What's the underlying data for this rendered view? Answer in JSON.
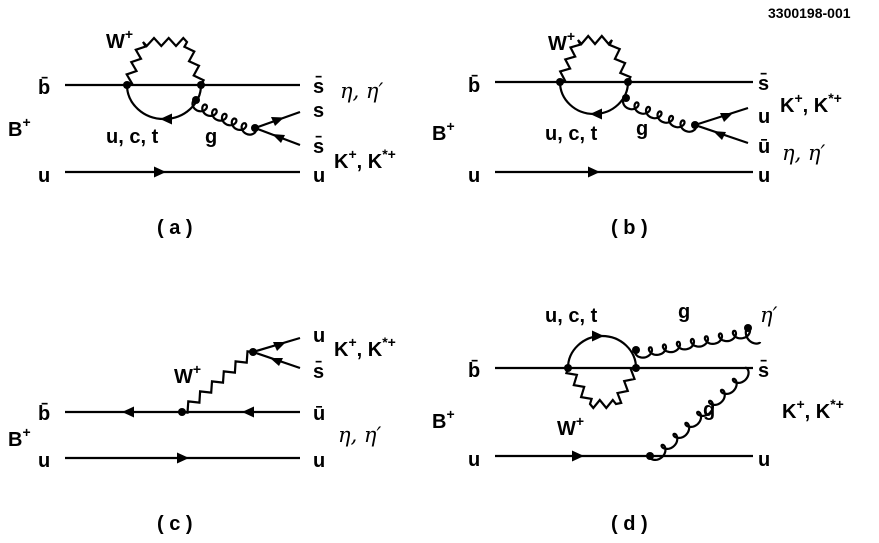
{
  "figure_code": "3300198-001",
  "diagrams": [
    {
      "id": "a",
      "caption": "( a )",
      "labels": {
        "b_quark": "b̄",
        "meson": "B",
        "meson_charge": "+",
        "u_in": "u",
        "u_out": "u",
        "s_bar_top": "s̄",
        "s": "s",
        "s_bar": "s̄",
        "w": "W",
        "w_charge": "+",
        "loop": "u, c, t",
        "gluon": "g",
        "eta_top": "η, η′",
        "kaon": "K",
        "kaon_sup1": "+",
        "kaon_sep": ", K",
        "kaon_sup2": "*+"
      }
    },
    {
      "id": "b",
      "caption": "( b )",
      "labels": {
        "b_quark": "b̄",
        "meson": "B",
        "meson_charge": "+",
        "u_in": "u",
        "u_out": "u",
        "s_bar_top": "s̄",
        "u_pair": "u",
        "u_bar_pair": "ū",
        "w": "W",
        "w_charge": "+",
        "loop": "u, c, t",
        "gluon": "g",
        "kaon": "K",
        "kaon_sup1": "+",
        "kaon_sep": ", K",
        "kaon_sup2": "*+",
        "eta": "η, η′"
      }
    },
    {
      "id": "c",
      "caption": "( c )",
      "labels": {
        "b_quark": "b̄",
        "meson": "B",
        "meson_charge": "+",
        "u_in": "u",
        "u_out": "u",
        "u_bar": "ū",
        "u_top": "u",
        "s_bar": "s̄",
        "w": "W",
        "w_charge": "+",
        "kaon": "K",
        "kaon_sup1": "+",
        "kaon_sep": ", K",
        "kaon_sup2": "*+",
        "eta": "η, η′"
      }
    },
    {
      "id": "d",
      "caption": "( d )",
      "labels": {
        "b_quark": "b̄",
        "meson": "B",
        "meson_charge": "+",
        "u_in": "u",
        "u_out": "u",
        "s_bar": "s̄",
        "w": "W",
        "w_charge": "+",
        "loop": "u, c, t",
        "gluon_top": "g",
        "gluon_bottom": "g",
        "eta_prime": "η′",
        "kaon": "K",
        "kaon_sup1": "+",
        "kaon_sep": ", K",
        "kaon_sup2": "*+"
      }
    }
  ]
}
